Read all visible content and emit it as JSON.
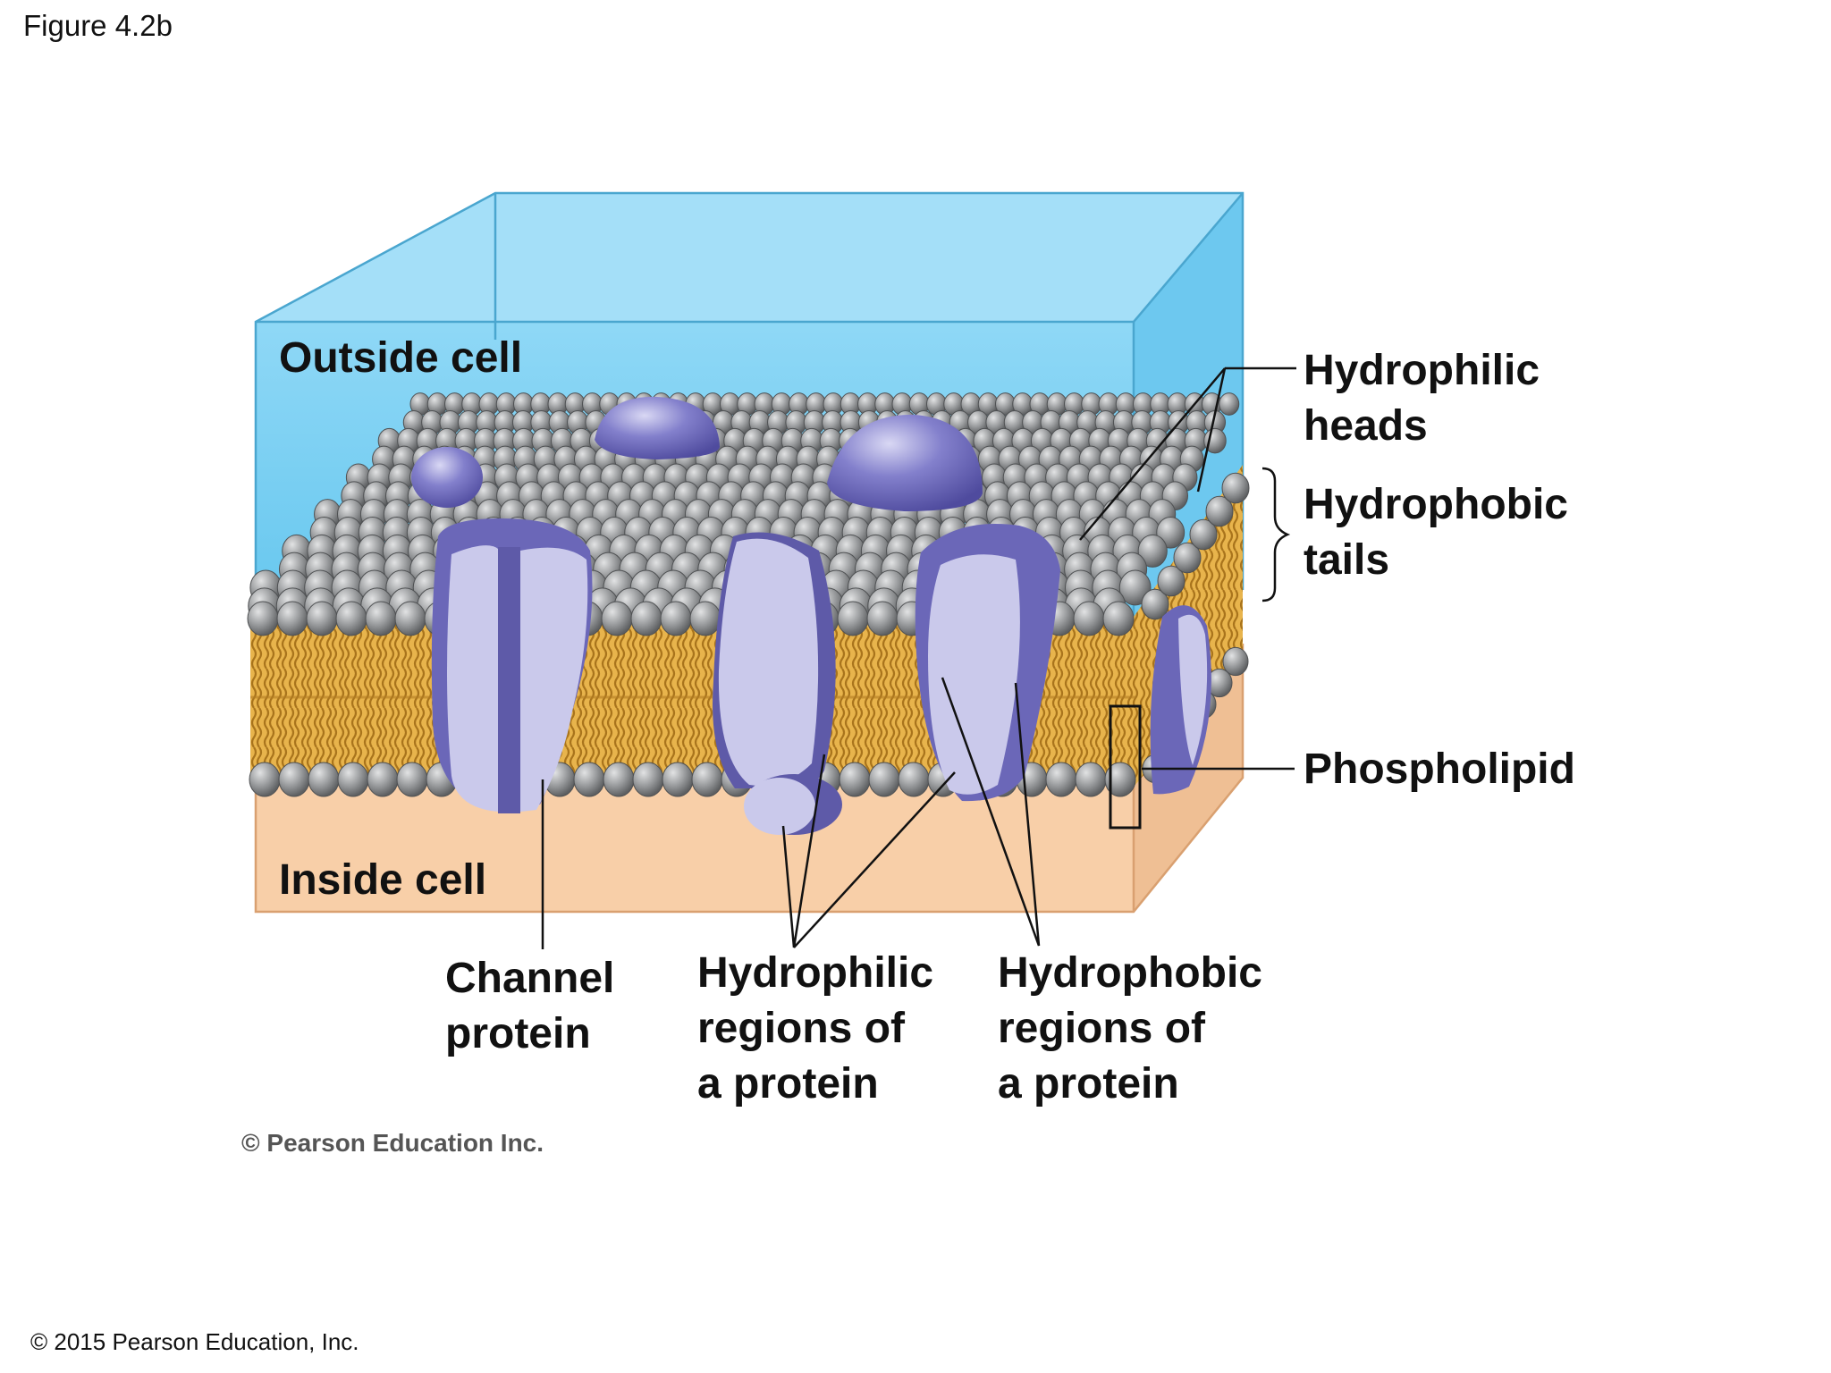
{
  "figure_title": "Figure 4.2b",
  "footer": "© 2015 Pearson Education, Inc.",
  "diagram": {
    "credit": "© Pearson Education Inc.",
    "regions": {
      "outside": "Outside cell",
      "inside": "Inside cell"
    },
    "labels": {
      "hydrophilic_heads": [
        "Hydrophilic",
        "heads"
      ],
      "hydrophobic_tails": [
        "Hydrophobic",
        "tails"
      ],
      "phospholipid": "Phospholipid",
      "channel_protein": [
        "Channel",
        "protein"
      ],
      "hydrophilic_regions": [
        "Hydrophilic",
        "regions of",
        "a protein"
      ],
      "hydrophobic_regions": [
        "Hydrophobic",
        "regions of",
        "a protein"
      ]
    },
    "colors": {
      "outside_fluid": "#7fd0f2",
      "inside_fluid": "#f8d1ab",
      "head": "#9a9c9e",
      "tail": "#e2aa3c",
      "protein_dark": "#6b67b8",
      "protein_light": "#c9c8ea"
    }
  }
}
